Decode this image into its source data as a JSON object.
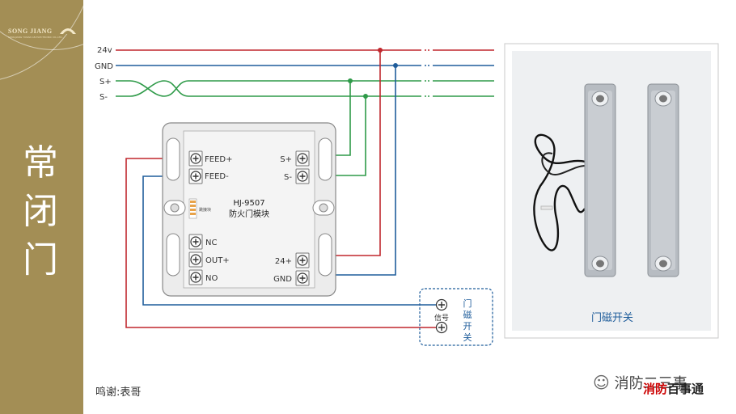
{
  "sidebar": {
    "brand": "SONG JIANG",
    "brand_sub": "SONGJIANG YUNAN AN ELECTRONIC CO.,LTD.",
    "title_chars": [
      "常",
      "闭",
      "门"
    ]
  },
  "bus_lines": [
    {
      "label": "24v",
      "color": "#c0272d"
    },
    {
      "label": "GND",
      "color": "#1f5d9b"
    },
    {
      "label": "S+",
      "color": "#2e9a48"
    },
    {
      "label": "S-",
      "color": "#2e9a48"
    }
  ],
  "module": {
    "model": "HJ-9507",
    "name": "防火门模块",
    "small_label": "跳接块",
    "left_top_terminals": [
      "FEED+",
      "FEED-"
    ],
    "left_bottom_terminals": [
      "NC",
      "OUT+",
      "NO"
    ],
    "right_top_terminals": [
      "S+",
      "S-"
    ],
    "right_bottom_terminals": [
      "24+",
      "GND"
    ]
  },
  "signal_box": {
    "label": "信号",
    "vertical_label": [
      "门",
      "磁",
      "开",
      "关"
    ]
  },
  "photo": {
    "caption": "门磁开关"
  },
  "footer": {
    "credit": "鸣谢:表哥",
    "wechat": "消防二三事",
    "watermark_a": "消防",
    "watermark_b": "百事通"
  },
  "colors": {
    "sidebar": "#a38e55",
    "red": "#c0272d",
    "blue": "#1f5d9b",
    "green": "#2e9a48"
  }
}
